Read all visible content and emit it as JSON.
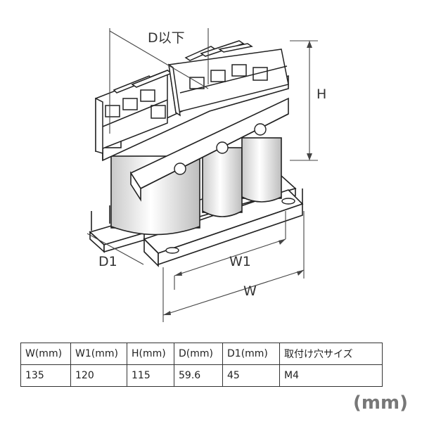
{
  "drawing": {
    "labels": {
      "d_max": "D以下",
      "h": "H",
      "d1": "D1",
      "w1": "W1",
      "w": "W"
    }
  },
  "spec_table": {
    "headers": [
      "W(mm)",
      "W1(mm)",
      "H(mm)",
      "D(mm)",
      "D1(mm)",
      "取付け穴サイズ"
    ],
    "rows": [
      [
        "135",
        "120",
        "115",
        "59.6",
        "45",
        "M4"
      ]
    ]
  },
  "unit_note": "(mm)"
}
